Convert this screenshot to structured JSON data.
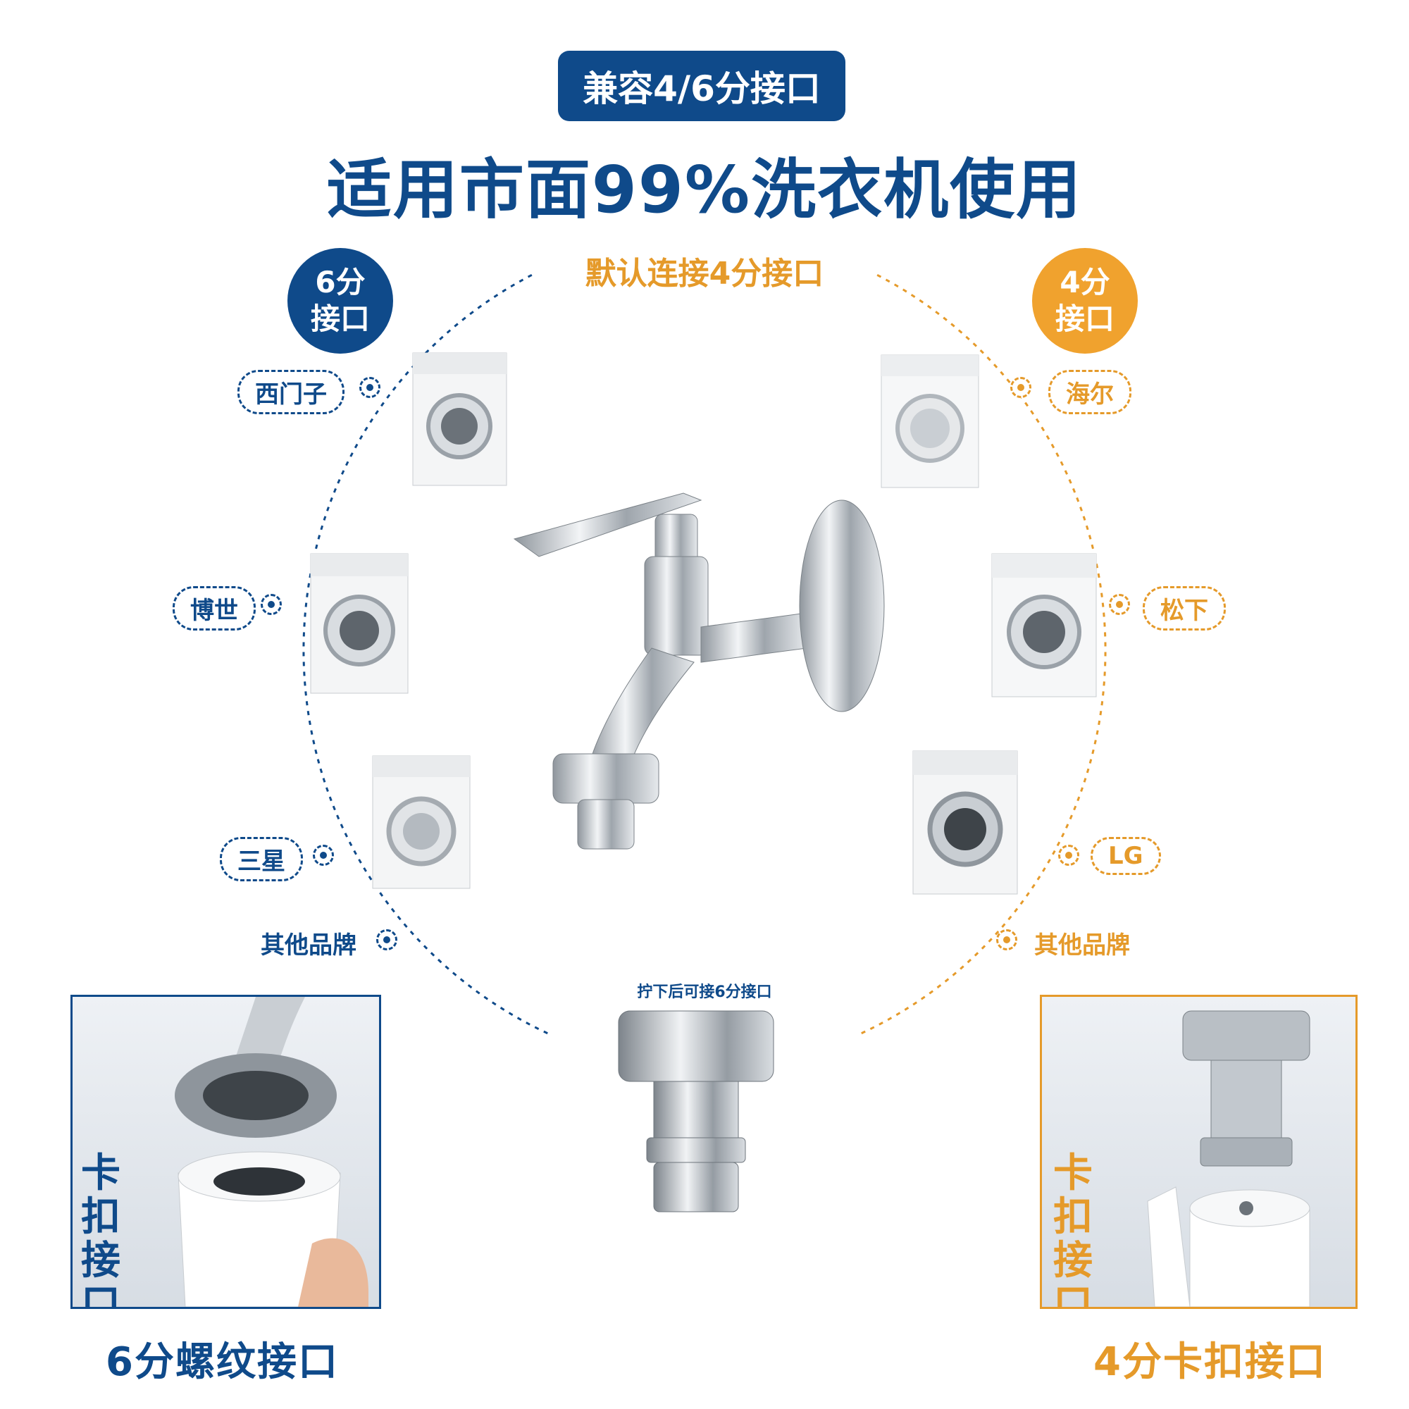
{
  "header": {
    "pill_label": "兼容4/6分接口",
    "headline": "适用市面99%洗衣机使用"
  },
  "circle": {
    "default_label": "默认连接4分接口",
    "left_badge": [
      "6分",
      "接口"
    ],
    "right_badge": [
      "4分",
      "接口"
    ]
  },
  "brands_left": [
    {
      "label": "西门子"
    },
    {
      "label": "博世"
    },
    {
      "label": "三星"
    },
    {
      "label": "其他品牌"
    }
  ],
  "brands_right": [
    {
      "label": "海尔"
    },
    {
      "label": "松下"
    },
    {
      "label": "LG"
    },
    {
      "label": "其他品牌"
    }
  ],
  "adapter_note": "拧下后可接6分接口",
  "panels": {
    "left_vertical_text": [
      "卡",
      "扣",
      "接",
      "口"
    ],
    "right_vertical_text": [
      "卡",
      "扣",
      "接",
      "口"
    ],
    "left_caption": "6分螺纹接口",
    "right_caption": "4分卡扣接口"
  },
  "colors": {
    "brand_blue": "#0f4a8a",
    "accent_orange": "#e59a2a"
  }
}
